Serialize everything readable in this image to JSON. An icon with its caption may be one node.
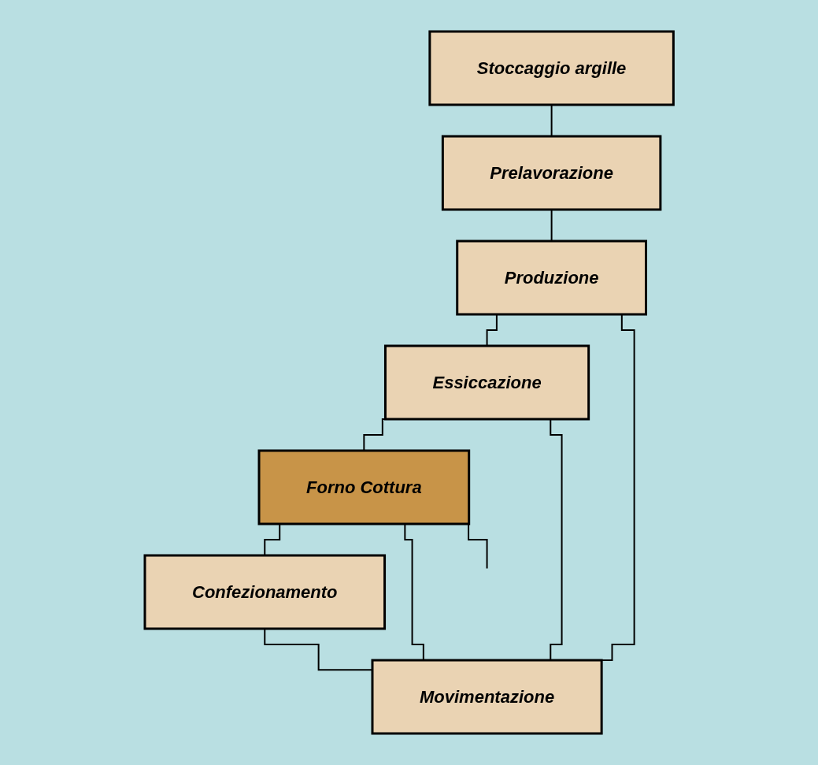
{
  "diagram": {
    "nodes": [
      {
        "text": [
          "Stoccaggio argille"
        ]
      },
      {
        "text": [
          "Prelavorazione"
        ]
      },
      {
        "text": [
          "Produzione"
        ]
      },
      {
        "text": [
          "Essiccazione"
        ]
      },
      {
        "text": [
          "Forno Cottura"
        ]
      },
      {
        "text": [
          "Confezionamento"
        ]
      },
      {
        "text": [
          "Movimentazione"
        ]
      }
    ],
    "edges": [
      {
        "from": 0,
        "to": 1,
        "arrow": "none"
      },
      {
        "from": 1,
        "to": 2,
        "arrow": "none"
      },
      {
        "from": 2,
        "to": 3,
        "arrow": "none"
      },
      {
        "from": 3,
        "to": 4,
        "arrow": "none"
      },
      {
        "from": 4,
        "to": 5,
        "arrow": "none"
      },
      {
        "from": 2,
        "to": 6,
        "arrow": "none"
      },
      {
        "from": 3,
        "to": 6,
        "arrow": "none"
      },
      {
        "from": 4,
        "to": 6,
        "arrow": "none"
      },
      {
        "from": 5,
        "to": 6,
        "arrow": "none"
      },
      {
        "from": 4,
        "to": null,
        "arrow": "none"
      }
    ]
  }
}
